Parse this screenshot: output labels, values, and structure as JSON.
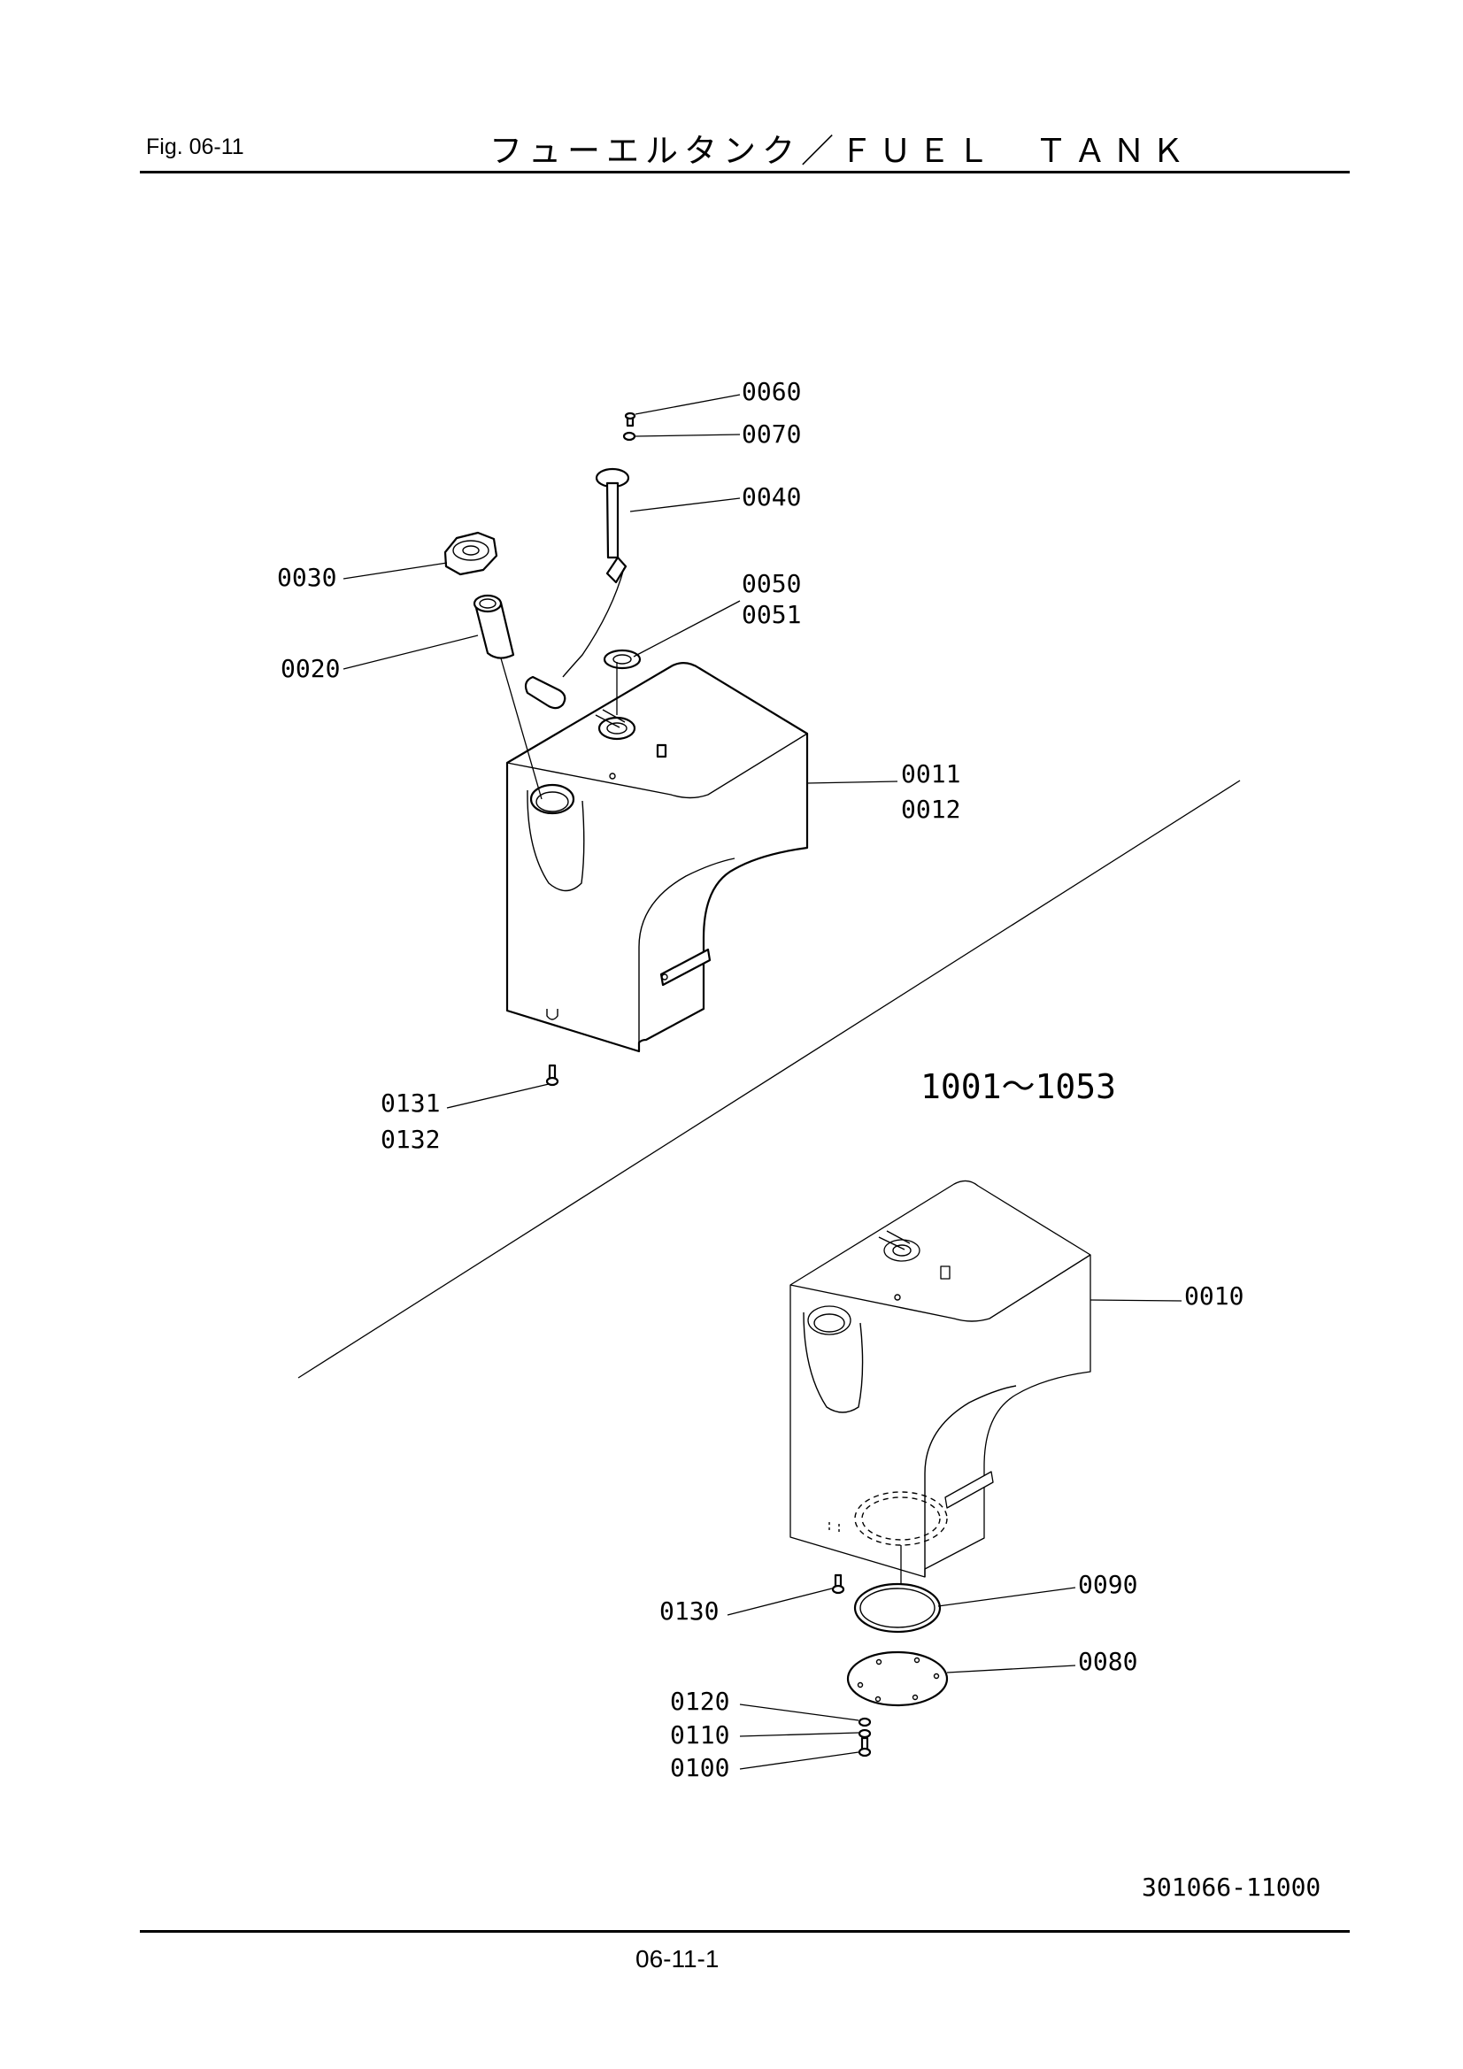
{
  "header": {
    "fig_label": "Fig.  06-11",
    "title": "フューエルタンク／ＦＵＥＬ　ＴＡＮＫ"
  },
  "callouts": {
    "p0060": "0060",
    "p0070": "0070",
    "p0040": "0040",
    "p0030": "0030",
    "p0050": "0050",
    "p0051": "0051",
    "p0020": "0020",
    "p0011": "0011",
    "p0012": "0012",
    "p0131": "0131",
    "p0132": "0132",
    "p0010": "0010",
    "p0130": "0130",
    "p0090": "0090",
    "p0080": "0080",
    "p0120": "0120",
    "p0110": "0110",
    "p0100": "0100"
  },
  "serial_range": "1001～1053",
  "drawing_number": "301066-11000",
  "page_number": "06-11-1"
}
